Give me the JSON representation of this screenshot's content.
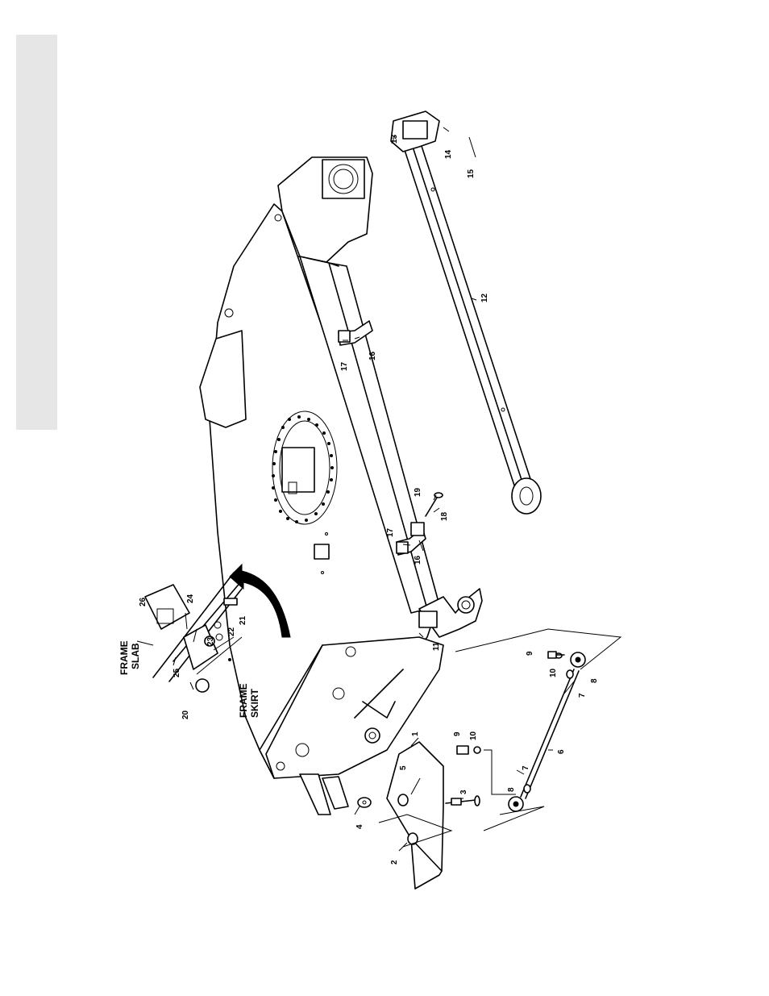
{
  "side_tab": {
    "color": "#e6e6e6"
  },
  "labels": {
    "frame_slab_line1": "FRAME",
    "frame_slab_line2": "SLAB",
    "frame_skirt_line1": "FRAME",
    "frame_skirt_line2": "SKIRT"
  },
  "callouts": {
    "n1": "1",
    "n2": "2",
    "n3": "3",
    "n4": "4",
    "n5": "5",
    "n6": "6",
    "n7a": "7",
    "n7b": "7",
    "n8a": "8",
    "n8b": "8",
    "n9a": "9",
    "n9b": "9",
    "n10a": "10",
    "n10b": "10",
    "n11": "11",
    "n12": "12",
    "n13": "13",
    "n14": "14",
    "n15": "15",
    "n16a": "16",
    "n16b": "16",
    "n17a": "17",
    "n17b": "17",
    "n18": "18",
    "n19": "19",
    "n20": "20",
    "n21": "21",
    "n22": "22",
    "n23": "23",
    "n24": "24",
    "n25": "25",
    "n26": "26"
  }
}
